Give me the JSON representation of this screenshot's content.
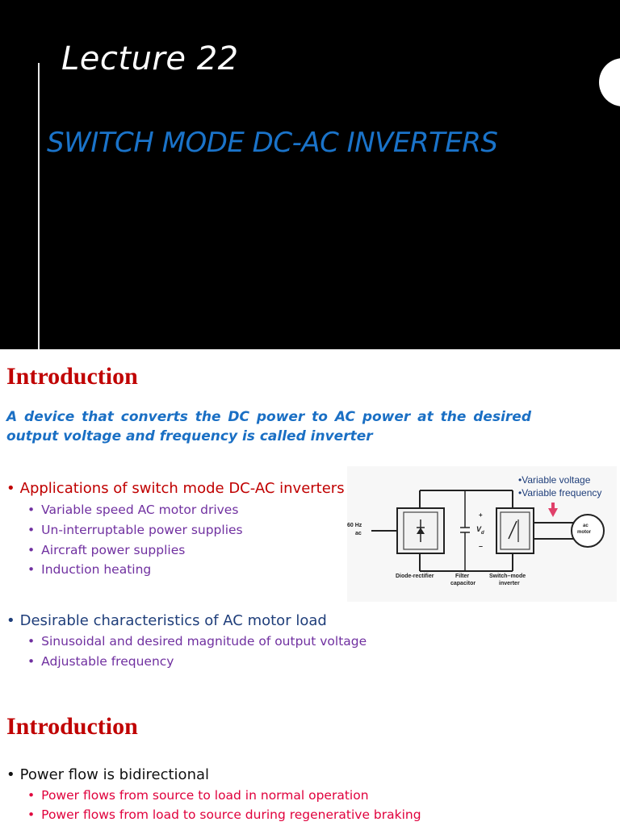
{
  "slide1": {
    "title": "Lecture 22",
    "subtitle": "SWITCH MODE DC-AC INVERTERS"
  },
  "slide2": {
    "heading": "Introduction",
    "definition": "A device that converts the DC power to AC power at the desired output voltage and frequency is called inverter",
    "applications": {
      "label": "Applications of switch mode DC-AC inverters",
      "items": [
        "Variable speed AC motor drives",
        "Un-interruptable power supplies",
        "Aircraft power supplies",
        "Induction heating"
      ]
    },
    "characteristics": {
      "label": "Desirable characteristics of AC motor load",
      "items": [
        "Sinusoidal and desired magnitude of output voltage",
        "Adjustable frequency"
      ]
    },
    "diagram": {
      "note_voltage": "•Variable voltage",
      "note_frequency": "•Variable frequency",
      "input_label_1": "60 Hz",
      "input_label_2": "ac",
      "vd_label": "V",
      "vd_sub": "d",
      "plus": "+",
      "minus": "–",
      "motor_label_1": "ac",
      "motor_label_2": "motor",
      "rectifier_label": "Diode-rectifier",
      "filter_label_1": "Filter",
      "filter_label_2": "capacitor",
      "inverter_label_1": "Switch–mode",
      "inverter_label_2": "inverter"
    }
  },
  "slide3": {
    "heading": "Introduction",
    "label": "Power flow is bidirectional",
    "items": [
      "Power flows from source to load in normal operation",
      "Power flows from load to source during regenerative braking"
    ]
  },
  "colors": {
    "heading": "#c00000",
    "definition": "#1a6fc4",
    "subtitle": "#1a73c9",
    "sub_items_purple": "#7030a0",
    "sub_items_red": "#e0003c"
  }
}
